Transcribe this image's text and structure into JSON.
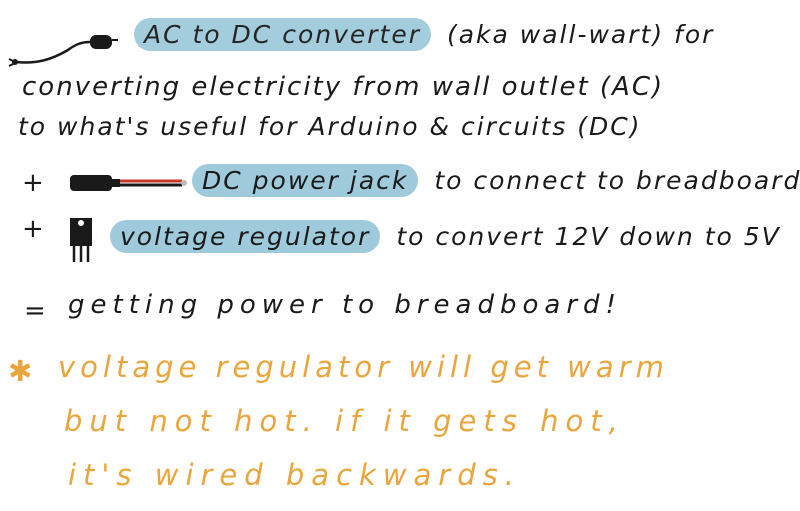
{
  "colors": {
    "ink": "#1a1a1a",
    "highlight": "#9fcadb",
    "note_ink": "#eaa63c",
    "cable_red": "#c9352b"
  },
  "icons": [
    "wall-plug-icon",
    "dc-power-jack-icon",
    "voltage-regulator-icon",
    "star-icon"
  ],
  "lines": {
    "l1_highlight": "AC to DC converter",
    "l1_rest": "(aka wall-wart) for",
    "l2": "converting electricity from wall outlet (AC)",
    "l3": "to what's useful for Arduino & circuits (DC)",
    "l4_plus": "+",
    "l4_highlight": "DC power jack",
    "l4_rest": "to connect to breadboard",
    "l5_plus": "+",
    "l5_highlight": "voltage regulator",
    "l5_rest": "to convert 12V down to 5V",
    "l6_eq": "=",
    "l6": "getting power to breadboard!"
  },
  "note": {
    "star": "✱",
    "line1": "voltage regulator will get warm",
    "line2": "but not hot. if it gets hot,",
    "line3": "it's wired backwards."
  }
}
